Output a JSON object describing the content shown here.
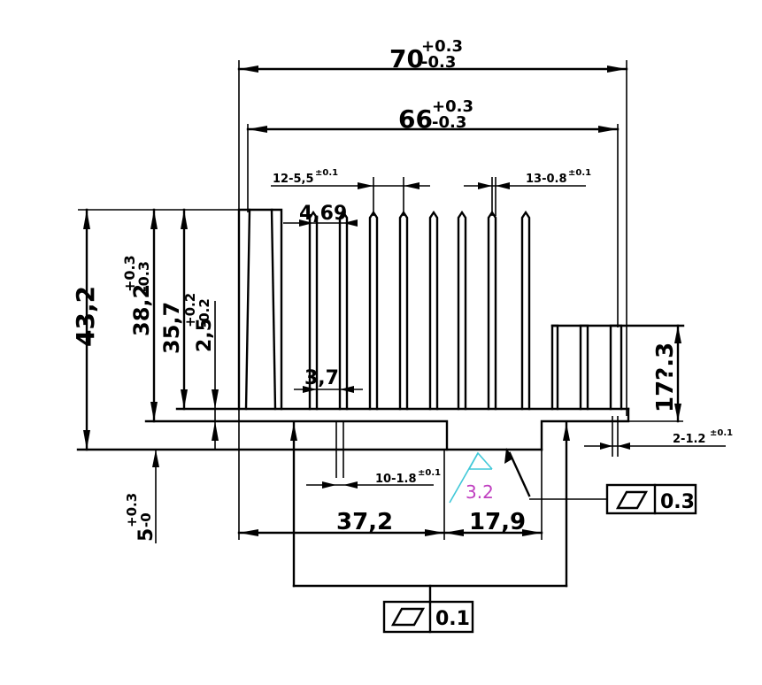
{
  "drawing": {
    "overall_width": {
      "base": "70",
      "tol_upper": "+0.3",
      "tol_lower": "-0.3"
    },
    "inner_width": {
      "base": "66",
      "tol_upper": "+0.3",
      "tol_lower": "-0.3"
    },
    "fin_spacing_left": {
      "text": "12-5,5",
      "tol": "±0.1"
    },
    "fin_spacing_right": {
      "text": "13-0.8",
      "tol": "±0.1"
    },
    "fin_pitch": "4,69",
    "fin_gap": "3,7",
    "total_height": "43,2",
    "fin_height": {
      "base": "38,2",
      "tol_upper": "+0.3",
      "tol_lower": "-0.3"
    },
    "fin_height_inner": "35,7",
    "base_thickness": {
      "base": "2,5",
      "tol_upper": "+0.2",
      "tol_lower": "-0.2"
    },
    "step_height": "17?.3",
    "base_offset": {
      "base": "5",
      "tol_upper": "+0.3",
      "tol_lower": "-0"
    },
    "bottom_left_width": "37,2",
    "bottom_right_width": "17,9",
    "fin_thickness_bottom": {
      "text": "10-1.8",
      "tol": "±0.1"
    },
    "fin_thickness_right": {
      "text": "2-1.2",
      "tol": "±0.1"
    },
    "surface_roughness": "3.2",
    "flatness_right": "0.3",
    "flatness_bottom": "0.1"
  }
}
